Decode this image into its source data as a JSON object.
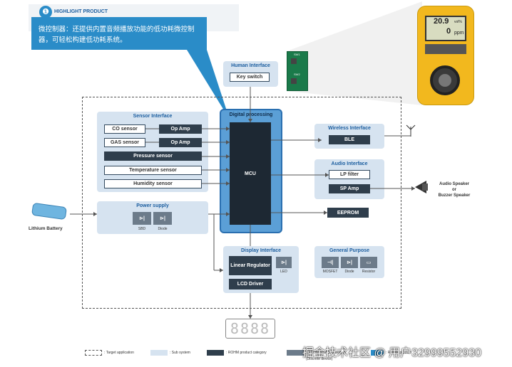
{
  "highlight": {
    "badge": "HIGHLIGHT PRODUCT",
    "text": "微控制器：还提供内置音频播放功能的低功耗微控制器，可轻松构建低功耗系统。"
  },
  "device": {
    "o2_value": "20.9",
    "o2_unit": "vol%",
    "co_value": "0",
    "co_unit": "ppm"
  },
  "human_interface": {
    "title": "Human Interface",
    "key_switch": "Key switch",
    "sw_labels": [
      "SW1",
      "SW2"
    ]
  },
  "sensor_interface": {
    "title": "Sensor Interface",
    "co": "CO sensor",
    "gas": "GAS sensor",
    "opamp": "Op Amp",
    "pressure": "Pressure sensor",
    "temperature": "Temperature sensor",
    "humidity": "Humidity sensor"
  },
  "digital": {
    "title": "Digital processing",
    "mcu": "MCU"
  },
  "wireless": {
    "title": "Wireless Interface",
    "ble": "BLE"
  },
  "audio": {
    "title": "Audio Interface",
    "lp": "LP filter",
    "sp": "SP Amp"
  },
  "speaker": {
    "line1": "Audio Speaker",
    "line2": "or",
    "line3": "Buzzer Speaker"
  },
  "eeprom": "EEPROM",
  "battery": "Lithium Battery",
  "power": {
    "title": "Power supply",
    "sbd": "SBD",
    "diode": "Diode"
  },
  "display": {
    "title": "Display Interface",
    "linear": "Linear Regulator",
    "led": "LED",
    "lcd": "LCD Driver"
  },
  "general": {
    "title": "General Purpose",
    "mosfet": "MOSFET",
    "diode": "Diode",
    "resistor": "Resistor"
  },
  "segment_digits": "8888",
  "legend": {
    "target": ": Target application",
    "sub": ": Sub system",
    "rohm": ": ROHM product category",
    "other1": ": ROHM product category",
    "other2": "(Discrete device)",
    "other3": ": ROHM product"
  },
  "watermark": "掘金技术社区 @ 用户32999552930",
  "colors": {
    "accent": "#1d5fa0",
    "dark": "#2f3e4c",
    "sub": "#d6e3f0",
    "highlight": "#2a8cc8"
  }
}
